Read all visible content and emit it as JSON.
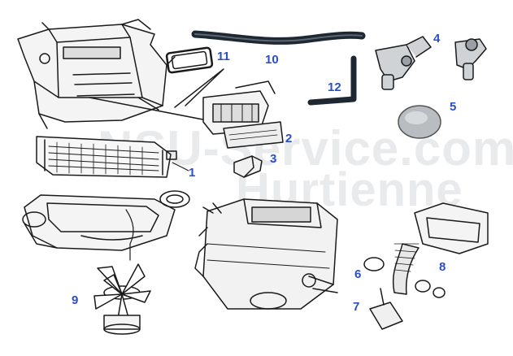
{
  "watermark": {
    "line1": "NSU-Service.com",
    "line2": "Hurtienne"
  },
  "colors": {
    "ink": "#1a1a1a",
    "callout": "#2a4fc7",
    "watermark": "#e9eaec",
    "hose": "#1e2833"
  },
  "callouts": [
    {
      "id": "c1",
      "label": "1"
    },
    {
      "id": "c2",
      "label": "2"
    },
    {
      "id": "c3",
      "label": "3"
    },
    {
      "id": "c4",
      "label": "4"
    },
    {
      "id": "c5",
      "label": "5"
    },
    {
      "id": "c6",
      "label": "6"
    },
    {
      "id": "c7",
      "label": "7"
    },
    {
      "id": "c8",
      "label": "8"
    },
    {
      "id": "c9",
      "label": "9"
    },
    {
      "id": "c10",
      "label": "10"
    },
    {
      "id": "c11",
      "label": "11"
    },
    {
      "id": "c12",
      "label": "12"
    }
  ]
}
